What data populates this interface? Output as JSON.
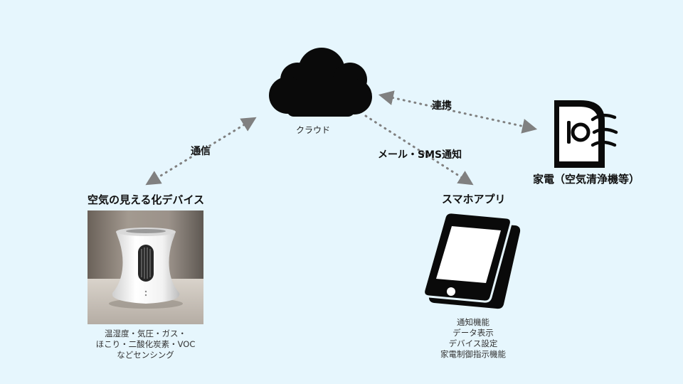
{
  "nodes": {
    "cloud": {
      "label": "クラウド"
    },
    "device": {
      "label": "空気の見える化デバイス",
      "caption": [
        "温湿度・気圧・ガス・",
        "ほこり・二酸化炭素・VOC",
        "などセンシング"
      ]
    },
    "appliance": {
      "label": "家電（空気清浄機等）"
    },
    "smartphone": {
      "label": "スマホアプリ",
      "caption": [
        "通知機能",
        "データ表示",
        "デバイス設定",
        "家電制御指示機能"
      ]
    }
  },
  "edges": {
    "cloud_device": "通信",
    "cloud_appliance": "連携",
    "cloud_phone": "メール・SMS通知"
  },
  "colors": {
    "background": "#e6f6fd",
    "connector": "#808080",
    "icon": "#0a0a0a"
  }
}
